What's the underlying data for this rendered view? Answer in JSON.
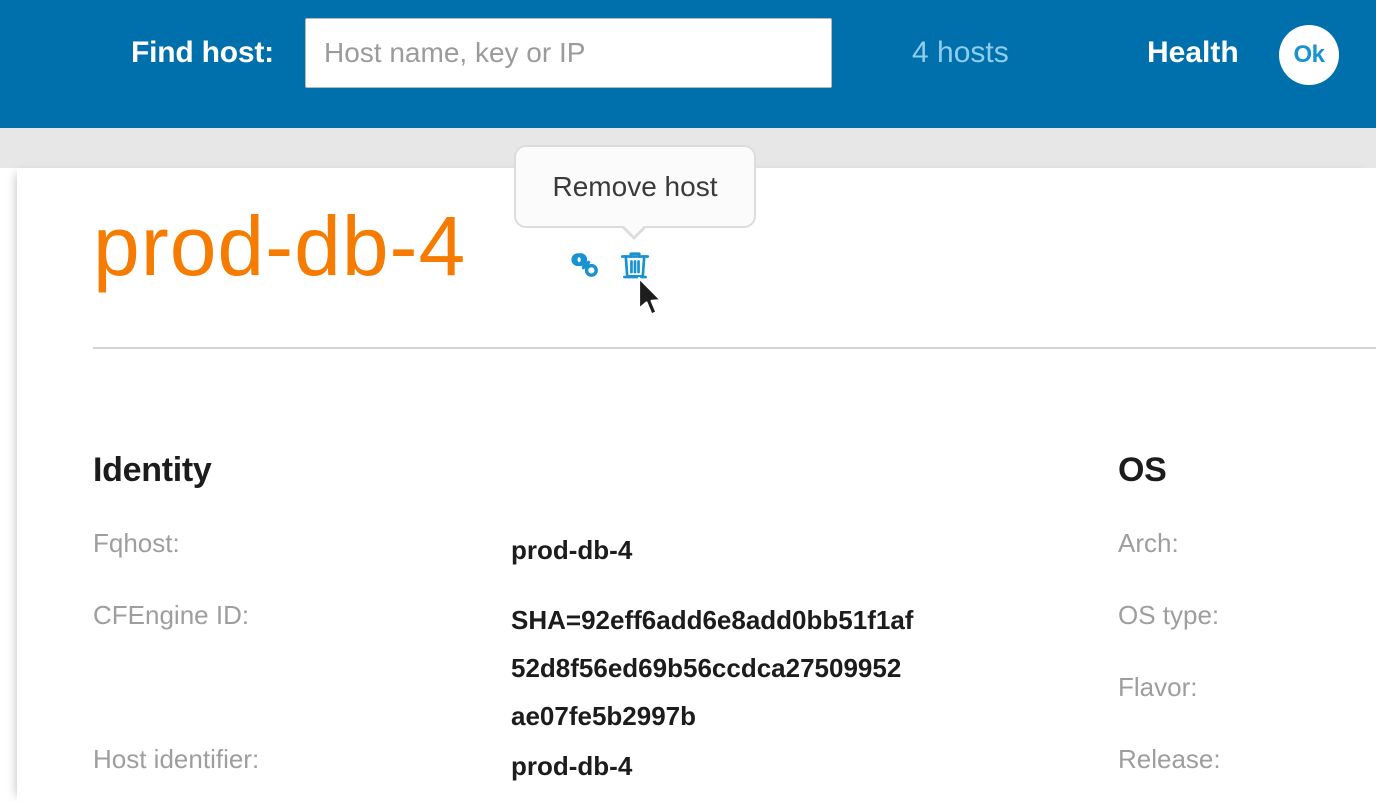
{
  "header": {
    "find_host_label": "Find host:",
    "search": {
      "placeholder": "Host name, key or IP",
      "value": ""
    },
    "host_count": "4 hosts",
    "health_label": "Health",
    "health_status": "Ok",
    "background_color": "#0070ac",
    "host_count_color": "#8fcdee",
    "health_badge_text_color": "#1892d0"
  },
  "tooltip": {
    "text": "Remove host"
  },
  "page": {
    "title": "prod-db-4",
    "title_color": "#f57c00",
    "actions": [
      {
        "name": "copy-link",
        "icon": "link-icon"
      },
      {
        "name": "remove-host",
        "icon": "trash-icon"
      }
    ]
  },
  "identity": {
    "heading": "Identity",
    "fields": [
      {
        "label": "Fqhost:",
        "value": "prod-db-4"
      },
      {
        "label": "CFEngine ID:",
        "value": "SHA=92eff6add6e8add0bb51f1af\n52d8f56ed69b56ccdca27509952\nae07fe5b2997b"
      },
      {
        "label": "Host identifier:",
        "value": "prod-db-4"
      }
    ]
  },
  "os": {
    "heading": "OS",
    "fields": [
      {
        "label": "Arch:",
        "value": ""
      },
      {
        "label": "OS type:",
        "value": ""
      },
      {
        "label": "Flavor:",
        "value": ""
      },
      {
        "label": "Release:",
        "value": ""
      }
    ]
  }
}
